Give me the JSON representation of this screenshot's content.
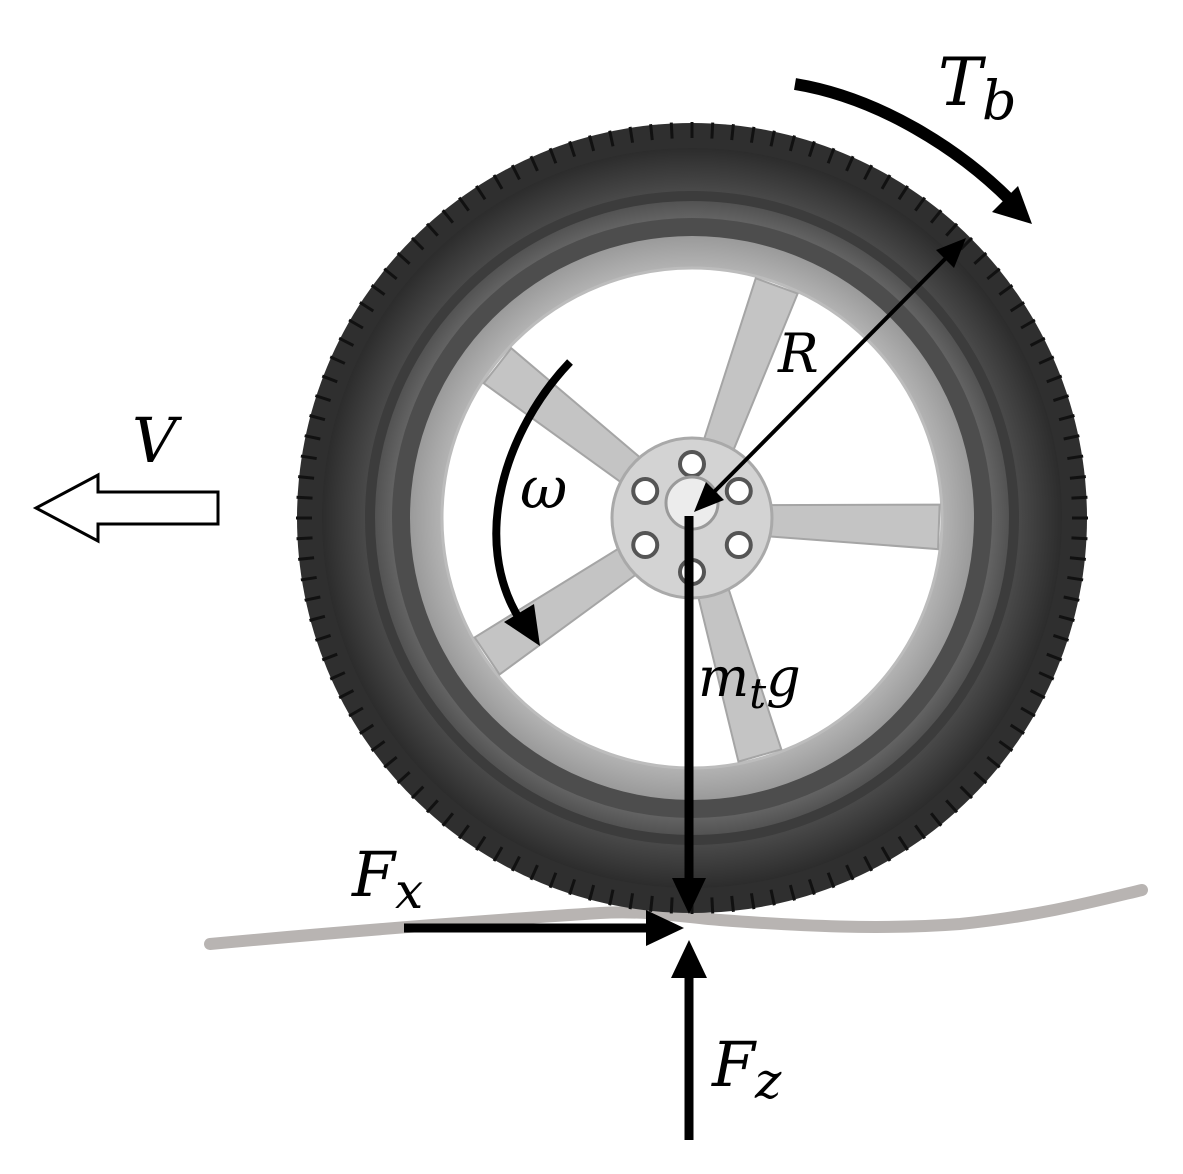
{
  "labels": {
    "velocity": "V",
    "angular_velocity": "ω",
    "radius": "R",
    "brake_torque_main": "T",
    "brake_torque_sub": "b",
    "weight_main": "m",
    "weight_sub": "t",
    "weight_tail": "g",
    "long_force_main": "F",
    "long_force_sub": "x",
    "normal_force_main": "F",
    "normal_force_sub": "z"
  },
  "colors": {
    "tire_outer": "#3a3a3a",
    "tire_sidewall": "#555555",
    "rim": "#d0d0d0",
    "spokes": "#bdbdbd",
    "ground": "#b8b4b2",
    "arrow": "#000000"
  }
}
